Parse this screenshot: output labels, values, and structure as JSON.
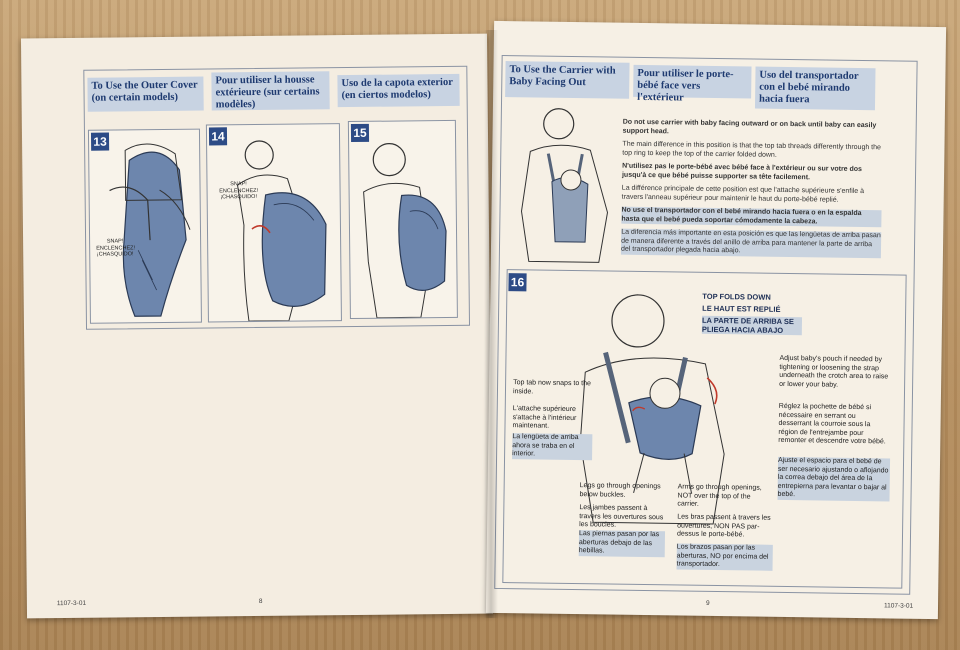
{
  "left_page": {
    "headers": [
      "To Use the Outer Cover (on certain models)",
      "Pour utiliser la housse extérieure (sur certains modèles)",
      "Uso de la capota exterior (en ciertos modelos)"
    ],
    "steps": [
      {
        "number": "13",
        "snap_label": "SNAP! ENCLENCHEZ! ¡CHASQUIDO!"
      },
      {
        "number": "14",
        "snap_label": "SNAP! ENCLENCHEZ! ¡CHASQUIDO!"
      },
      {
        "number": "15"
      }
    ],
    "footer_code": "1107-3-01",
    "page_number": "8"
  },
  "right_page": {
    "headers": [
      "To Use the Carrier with Baby Facing Out",
      "Pour utiliser le porte-bébé face vers l'extérieur",
      "Uso del transportador con el bebé mirando hacia fuera"
    ],
    "warning_en": "Do not use carrier with baby facing outward or on back until baby can easily support head.",
    "main_en": "The main difference in this position is that the top tab threads differently through the top ring to keep the top of the carrier folded down.",
    "warning_fr": "N'utilisez pas le porte-bébé avec bébé face à l'extérieur ou sur votre dos jusqu'à ce que bébé puisse supporter sa tête facilement.",
    "main_fr": "La différence principale de cette position est que l'attache supérieure s'enfile à travers l'anneau supérieur pour maintenir le haut du porte-bébé replié.",
    "warning_es": "No use el transportador con el bebé mirando hacia fuera o en la espalda hasta que el bebé pueda soportar cómodamente la cabeza.",
    "main_es": "La diferencia más importante en esta posición es que las lengüetas de arriba pasan de manera diferente a través del anillo de arriba para mantener la parte de arriba del transportador plegada hacia abajo.",
    "step16": {
      "number": "16",
      "top_folds_en": "TOP FOLDS DOWN",
      "top_folds_fr": "LE HAUT EST REPLIÉ",
      "top_folds_es": "LA PARTE DE ARRIBA SE PLIEGA HACIA ABAJO",
      "adjust_en": "Adjust baby's pouch if needed by tightening or loosening the strap underneath the crotch area to raise or lower your baby.",
      "adjust_fr": "Réglez la pochette de bébé si nécessaire en serrant ou desserrant la courroie sous la région de l'entrejambe pour remonter et descendre votre bébé.",
      "adjust_es": "Ajuste el espacio para el bebé de ser necesario ajustando o aflojando la correa debajo del área de la entrepierna para levantar o bajar al bebé.",
      "tab_en": "Top tab now snaps to the inside.",
      "tab_fr": "L'attache supérieure s'attache à l'intérieur maintenant.",
      "tab_es": "La lengüeta de arriba ahora se traba en el interior.",
      "legs_en": "Legs go through openings below buckles.",
      "legs_fr": "Les jambes passent à travers les ouvertures sous les boucles.",
      "legs_es": "Las piernas pasan por las aberturas debajo de las hebillas.",
      "arms_en": "Arms go through openings, NOT over the top of the carrier.",
      "arms_fr": "Les bras passent à travers les ouvertures, NON PAS par-dessus le porte-bébé.",
      "arms_es": "Los brazos pasan por las aberturas, NO por encima del transportador."
    },
    "page_number": "9",
    "footer_code": "1107-3-01"
  }
}
